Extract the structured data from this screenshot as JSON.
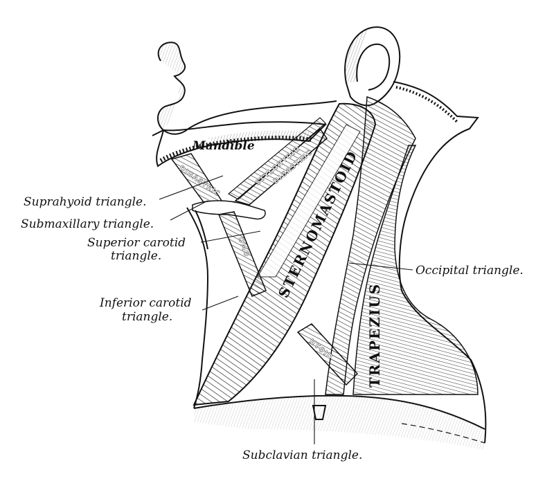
{
  "labels": {
    "suprahyoid": "Suprahyoid triangle.",
    "submaxillary": "Submaxillary triangle.",
    "superior_carotid_1": "Superior carotid",
    "superior_carotid_2": "triangle.",
    "inferior_carotid_1": "Inferior carotid",
    "inferior_carotid_2": "triangle.",
    "occipital": "Occipital triangle.",
    "subclavian": "Subclavian triangle."
  },
  "structures": {
    "mandible": "Mandible",
    "digastric_anterior": "DIGASTRIC",
    "digastric_posterior": "DIGASTRIC",
    "stylohyoid": "STYLOHYOID",
    "omo": "OMO",
    "hyoid": "HYOID",
    "sternomastoid": "STERNOMASTOID",
    "trapezius": "TRAPEZIUS"
  },
  "icons": {
    "illustration": "neck-triangles-engraving"
  },
  "colors": {
    "ink": "#111111",
    "paper": "#ffffff"
  }
}
